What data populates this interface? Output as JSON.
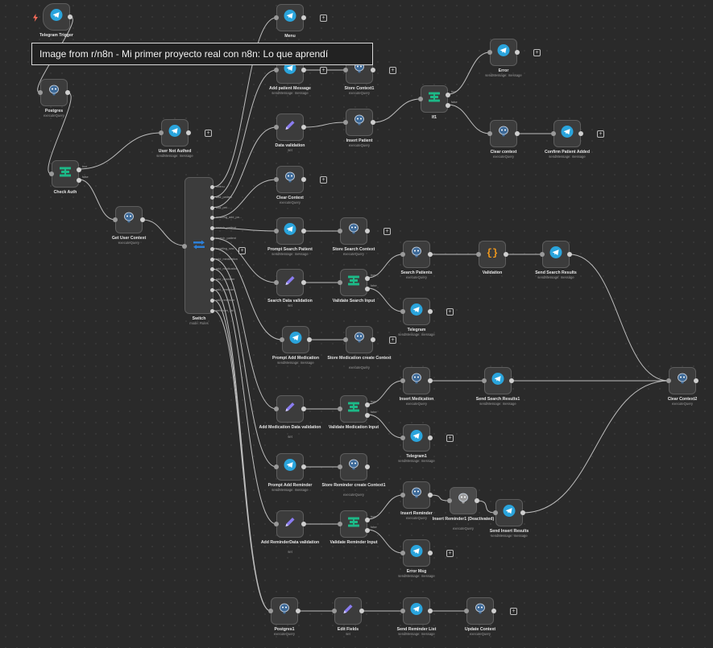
{
  "banner": {
    "text": "Image from r/n8n - Mi primer proyecto real con n8n: Lo que aprendí"
  },
  "nodes": {
    "telegram_trigger": {
      "name": "Telegram Trigger",
      "icon": "telegram-icon"
    },
    "postgres": {
      "name": "Postgres",
      "sub": "executeQuery",
      "icon": "postgres-icon"
    },
    "check_auth": {
      "name": "Check Auth",
      "icon": "if-icon"
    },
    "user_not_authed": {
      "name": "User Not Authed",
      "sub": "sendMessage: message",
      "icon": "telegram-icon"
    },
    "get_user_context": {
      "name": "Get User Context",
      "sub": "executeQuery",
      "icon": "postgres-icon"
    },
    "switch": {
      "name": "Switch",
      "sub": "mode: Rules",
      "icon": "switch-icon"
    },
    "menu": {
      "name": "Menu",
      "icon": "telegram-icon"
    },
    "add_patient_message": {
      "name": "Add patient Message",
      "sub": "sendMessage: message",
      "icon": "telegram-icon"
    },
    "store_context1": {
      "name": "Store Context1",
      "sub": "executeQuery",
      "icon": "postgres-icon"
    },
    "data_validation": {
      "name": "Data validation",
      "sub": "set",
      "icon": "pencil-icon"
    },
    "insert_patient": {
      "name": "Insert Patient",
      "sub": "executeQuery",
      "icon": "postgres-icon"
    },
    "if1": {
      "name": "If1",
      "icon": "if-icon"
    },
    "error": {
      "name": "Error",
      "sub": "sendMessage: message",
      "icon": "telegram-icon"
    },
    "clear_context": {
      "name": "Clear context",
      "sub": "executeQuery",
      "icon": "postgres-icon"
    },
    "confirm_patient_added": {
      "name": "Confirm Patient Added",
      "sub": "sendMessage: message",
      "icon": "telegram-icon"
    },
    "clear_context_main": {
      "name": "Clear Context",
      "sub": "executeQuery",
      "icon": "postgres-icon"
    },
    "prompt_search_patient": {
      "name": "Prompt Search Patient",
      "sub": "sendMessage: message",
      "icon": "telegram-icon"
    },
    "store_search_context": {
      "name": "Store Search Context",
      "sub": "executeQuery",
      "icon": "postgres-icon"
    },
    "search_data_validation": {
      "name": "Search Data validation",
      "sub": "set",
      "icon": "pencil-icon"
    },
    "validate_search_input": {
      "name": "Validate Search Input",
      "icon": "if-icon"
    },
    "search_patients": {
      "name": "Search Patients",
      "sub": "executeQuery",
      "icon": "postgres-icon"
    },
    "validation": {
      "name": "Validation",
      "icon": "code-icon"
    },
    "send_search_results": {
      "name": "Send Search Results",
      "sub": "sendMessage: message",
      "icon": "telegram-icon"
    },
    "telegram": {
      "name": "Telegram",
      "sub": "sendMessage: message",
      "icon": "telegram-icon"
    },
    "prompt_add_medication": {
      "name": "Prompt Add Medication",
      "sub": "sendMessage: message",
      "icon": "telegram-icon"
    },
    "store_medication_create_context": {
      "name": "Store Medication create Context",
      "sub": "executeQuery",
      "icon": "postgres-icon"
    },
    "insert_medication": {
      "name": "Insert Medication",
      "sub": "executeQuery",
      "icon": "postgres-icon"
    },
    "send_search_results1": {
      "name": "Send Search Results1",
      "sub": "sendMessage: message",
      "icon": "telegram-icon"
    },
    "clear_context2": {
      "name": "Clear Context2",
      "sub": "executeQuery",
      "icon": "postgres-icon"
    },
    "add_medication_data_validation": {
      "name": "Add Medication Data validation",
      "sub": "set",
      "icon": "pencil-icon"
    },
    "validate_medication_input": {
      "name": "Validate Medication Input",
      "icon": "if-icon"
    },
    "telegram1": {
      "name": "Telegram1",
      "sub": "sendMessage: message",
      "icon": "telegram-icon"
    },
    "prompt_add_reminder": {
      "name": "Prompt Add Reminder",
      "sub": "sendMessage: message",
      "icon": "telegram-icon"
    },
    "store_reminder_create_context": {
      "name": "Store Reminder create Context1",
      "sub": "executeQuery",
      "icon": "postgres-icon"
    },
    "add_reminder_data_validation": {
      "name": "Add ReminderData validation",
      "sub": "set",
      "icon": "pencil-icon"
    },
    "validate_reminder_input": {
      "name": "Validate Reminder Input",
      "icon": "if-icon"
    },
    "insert_reminder": {
      "name": "Insert Reminder",
      "sub": "executeQuery",
      "icon": "postgres-icon"
    },
    "insert_reminder1": {
      "name": "Insert Reminder1 (Deactivated)",
      "sub": "executeQuery",
      "icon": "postgres-icon"
    },
    "send_insert_results": {
      "name": "Send Insert Results",
      "sub": "sendMessage: message",
      "icon": "telegram-icon"
    },
    "error_msg": {
      "name": "Error Msg",
      "sub": "sendMessage: message",
      "icon": "telegram-icon"
    },
    "postgres1": {
      "name": "Postgres1",
      "sub": "executeQuery",
      "icon": "postgres-icon"
    },
    "edit_fields": {
      "name": "Edit Fields",
      "sub": "set",
      "icon": "pencil-icon"
    },
    "send_reminder_list": {
      "name": "Send Reminder List",
      "sub": "sendMessage: message",
      "icon": "telegram-icon"
    },
    "update_context": {
      "name": "Update Context",
      "sub": "executeQuery",
      "icon": "postgres-icon"
    }
  },
  "switch_rules": [
    "/menu",
    "add_patient",
    "add_pat...",
    "awaiting_add_pa...",
    "search_patient",
    "search_patient",
    "awaiting_sea...",
    "add_medication",
    "add_medication",
    "add_reminder",
    "add_reminder",
    "add_reminder",
    "reminder_list"
  ],
  "branch_labels": {
    "true": "true",
    "false": "false"
  },
  "colors": {
    "telegram": "#2aa4dc",
    "if": "#1db987",
    "switch": "#2d7fd6",
    "set": "#8a7cf0",
    "postgres": "#3e6a98",
    "code": "#f39a1c",
    "trigger": "#ff6d5a"
  }
}
